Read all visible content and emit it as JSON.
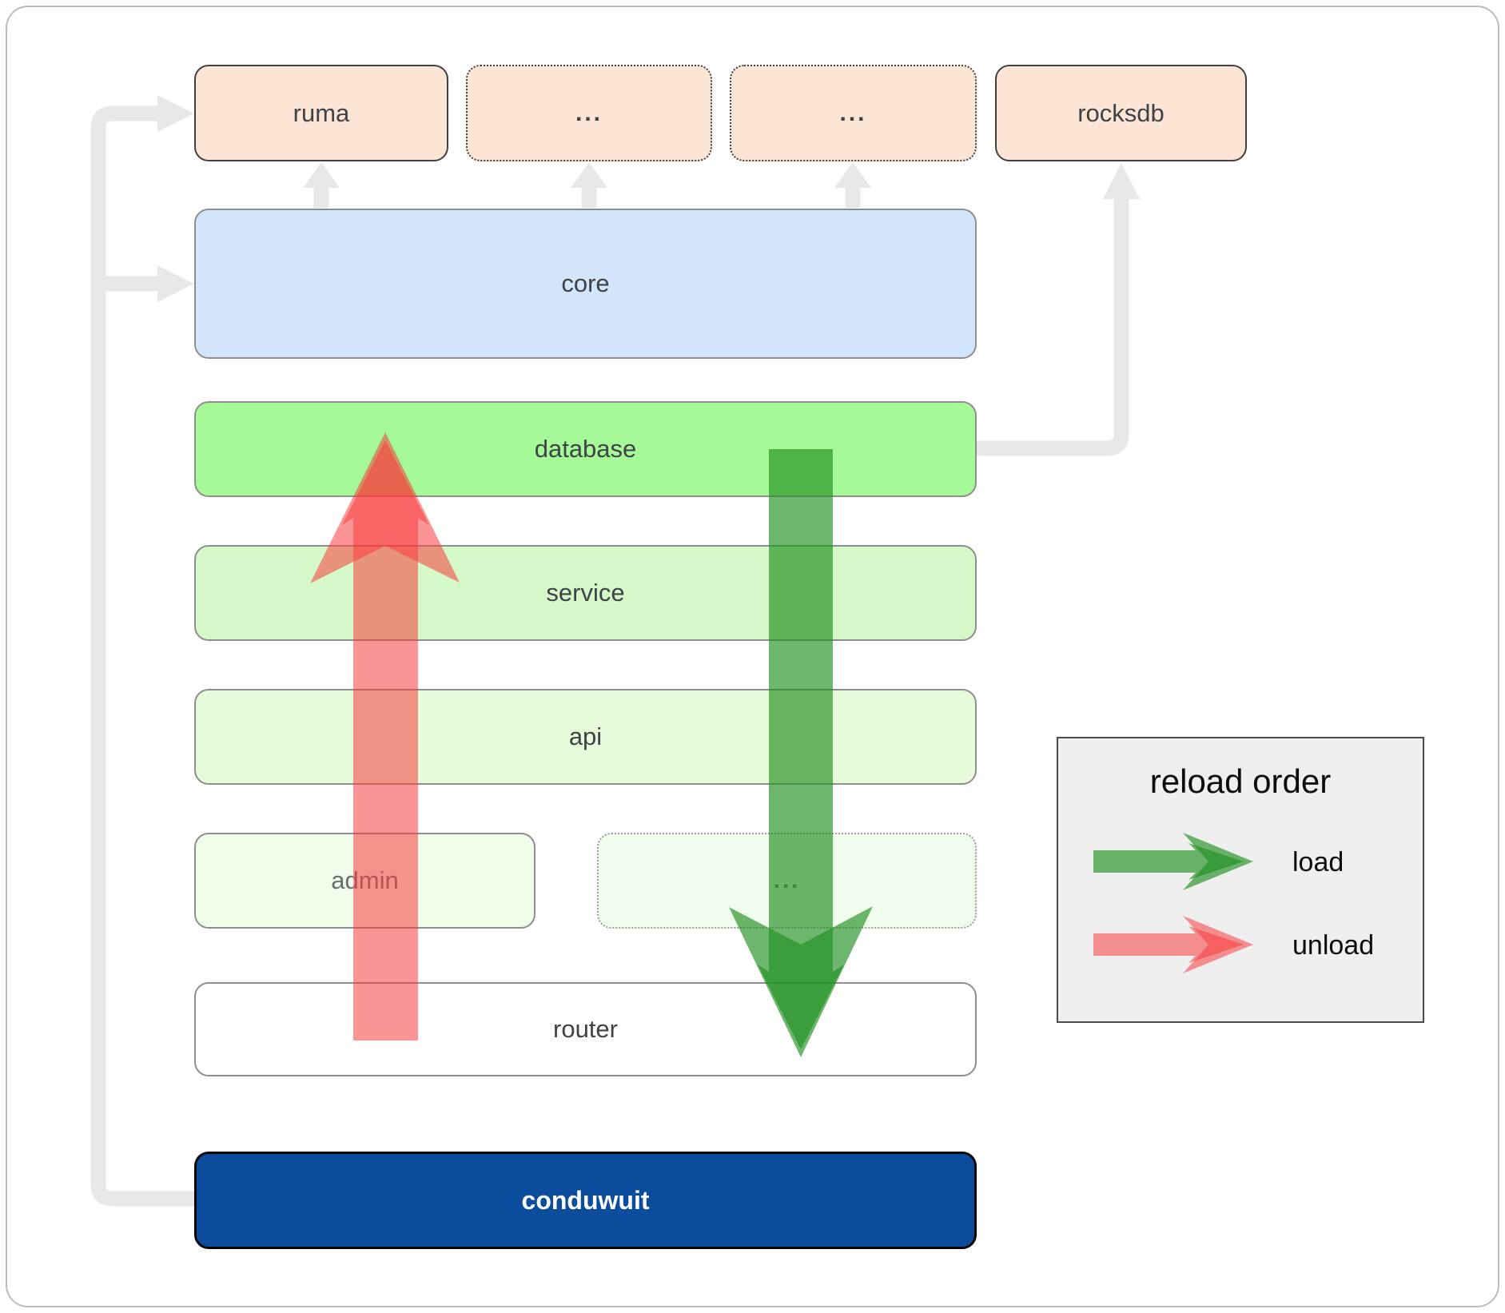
{
  "colors": {
    "peach_fill": "#fce5d4",
    "dark_border": "#404040",
    "gray_border": "#8e8e8e",
    "core_fill": "#d3e5fa",
    "database_fill": "#a5fa97",
    "service_fill": "#d5f8c8",
    "api_fill": "#e6fbda",
    "admin_fill": "#effdea",
    "admin_dots_fill": "#f0fdec",
    "router_fill": "#ffffff",
    "conduwuit_fill": "#0c4c9c",
    "connector_gray": "#e8e8e8",
    "green_arrow": "rgba(34,144,34,0.66)",
    "red_arrow": "rgba(247,60,60,0.55)",
    "legend_bg": "#efefef",
    "legend_border": "#4a4a4a",
    "label_color": "#3e4347",
    "muted_label_color": "#6a6e71"
  },
  "top_row": [
    {
      "label": "ruma"
    },
    {
      "label": "..."
    },
    {
      "label": "..."
    },
    {
      "label": "rocksdb"
    }
  ],
  "layers": {
    "core": "core",
    "database": "database",
    "service": "service",
    "api": "api",
    "admin": "admin",
    "admin_more": "...",
    "router": "router",
    "app": "conduwuit"
  },
  "legend": {
    "title": "reload order",
    "load_label": "load",
    "unload_label": "unload"
  }
}
